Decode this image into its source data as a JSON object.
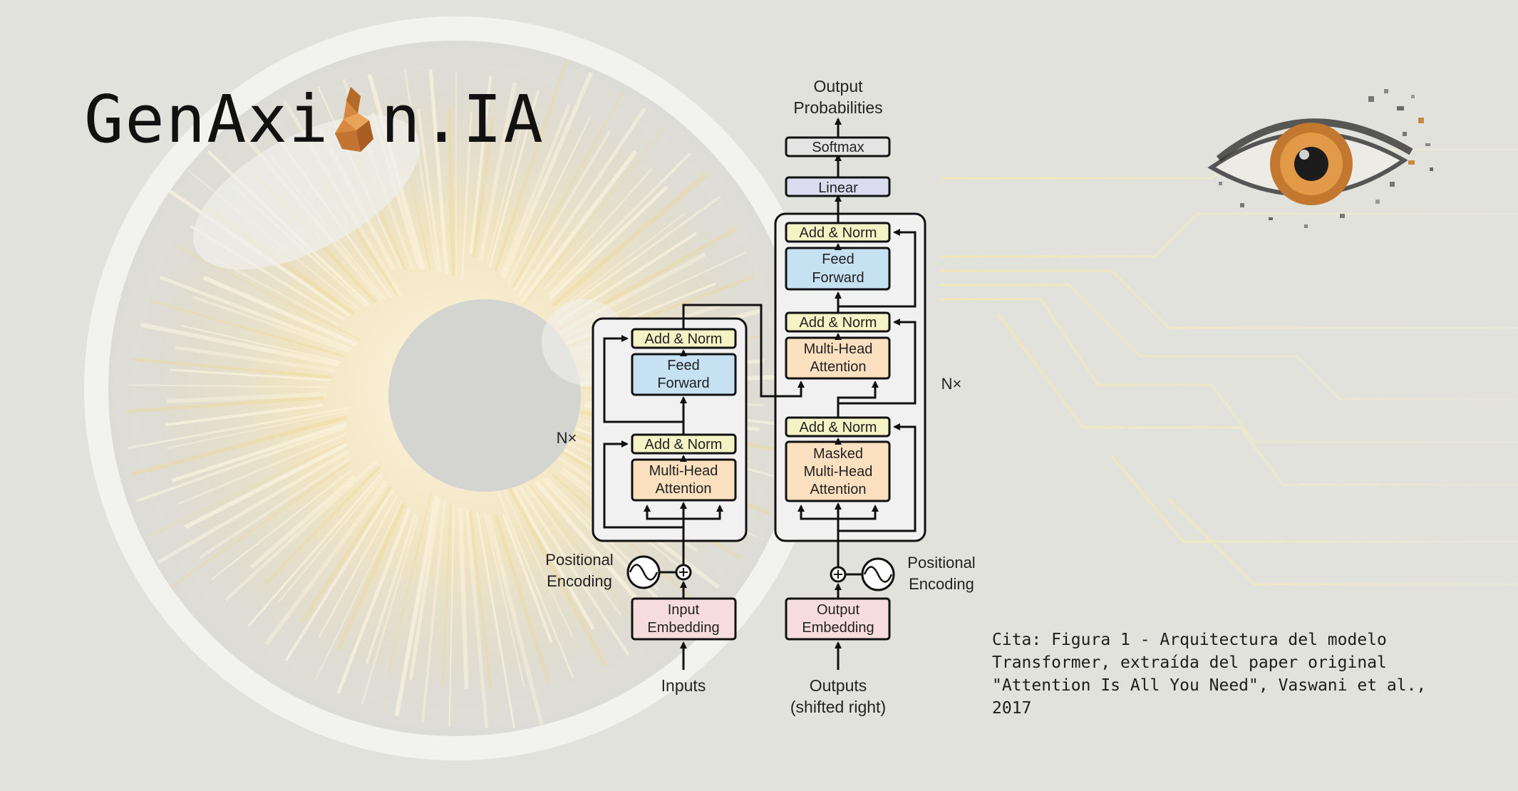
{
  "brand": {
    "name_part1": "GenAxi",
    "name_part2": "n.IA"
  },
  "diagram": {
    "output_label": [
      "Output",
      "Probabilities"
    ],
    "softmax": "Softmax",
    "linear": "Linear",
    "decoder": {
      "add_norm_top": "Add & Norm",
      "feed_forward": [
        "Feed",
        "Forward"
      ],
      "add_norm_mid": "Add & Norm",
      "multi_head": [
        "Multi-Head",
        "Attention"
      ],
      "add_norm_bottom": "Add & Norm",
      "masked_multi_head": [
        "Masked",
        "Multi-Head",
        "Attention"
      ],
      "repeat": "N×",
      "embedding": [
        "Output",
        "Embedding"
      ],
      "positional": [
        "Positional",
        "Encoding"
      ],
      "input_label": [
        "Outputs",
        "(shifted right)"
      ]
    },
    "encoder": {
      "add_norm_top": "Add & Norm",
      "feed_forward": [
        "Feed",
        "Forward"
      ],
      "add_norm_bottom": "Add & Norm",
      "multi_head": [
        "Multi-Head",
        "Attention"
      ],
      "repeat": "N×",
      "embedding": [
        "Input",
        "Embedding"
      ],
      "positional": [
        "Positional",
        "Encoding"
      ],
      "input_label": "Inputs"
    }
  },
  "citation": "Cita: Figura 1 - Arquitectura del modelo Transformer, extraída del paper original \"Attention Is All You Need\", Vaswani et al., 2017",
  "colors": {
    "add_norm": "#f3f3c6",
    "feed_forward": "#c6e2f2",
    "attention": "#fbe0c0",
    "embedding": "#f6dcdc",
    "linear": "#dcdcf0",
    "softmax": "#e4e4e4",
    "block": "#f1f1f1"
  }
}
